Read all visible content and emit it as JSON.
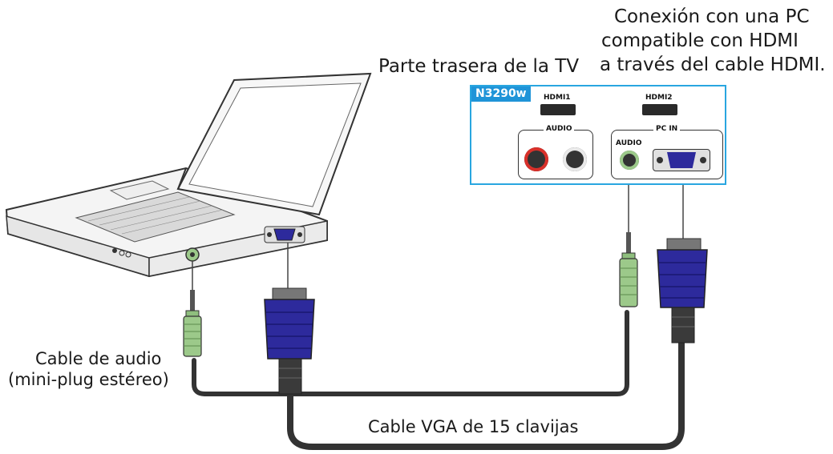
{
  "labels": {
    "hdmi_note_line1": "Conexión con una PC",
    "hdmi_note_line2": "compatible con HDMI",
    "hdmi_note_line3": "a través del cable HDMI.",
    "tv_back": "Parte trasera de la TV",
    "audio_cable_line1": "Cable de audio",
    "audio_cable_line2": "(mini-plug estéreo)",
    "vga_cable": "Cable VGA de 15 clavijas"
  },
  "tv_panel": {
    "model": "N3290w",
    "hdmi1": "HDMI1",
    "hdmi2": "HDMI2",
    "audio_group": "AUDIO",
    "pc_in_group": "PC IN",
    "pc_audio": "AUDIO"
  },
  "colors": {
    "panel_border": "#29a6e0",
    "badge": "#1f94d8",
    "vga_blue": "#2d2a9c",
    "audio_green": "#9cc98a",
    "cable": "#3a3a3a"
  }
}
